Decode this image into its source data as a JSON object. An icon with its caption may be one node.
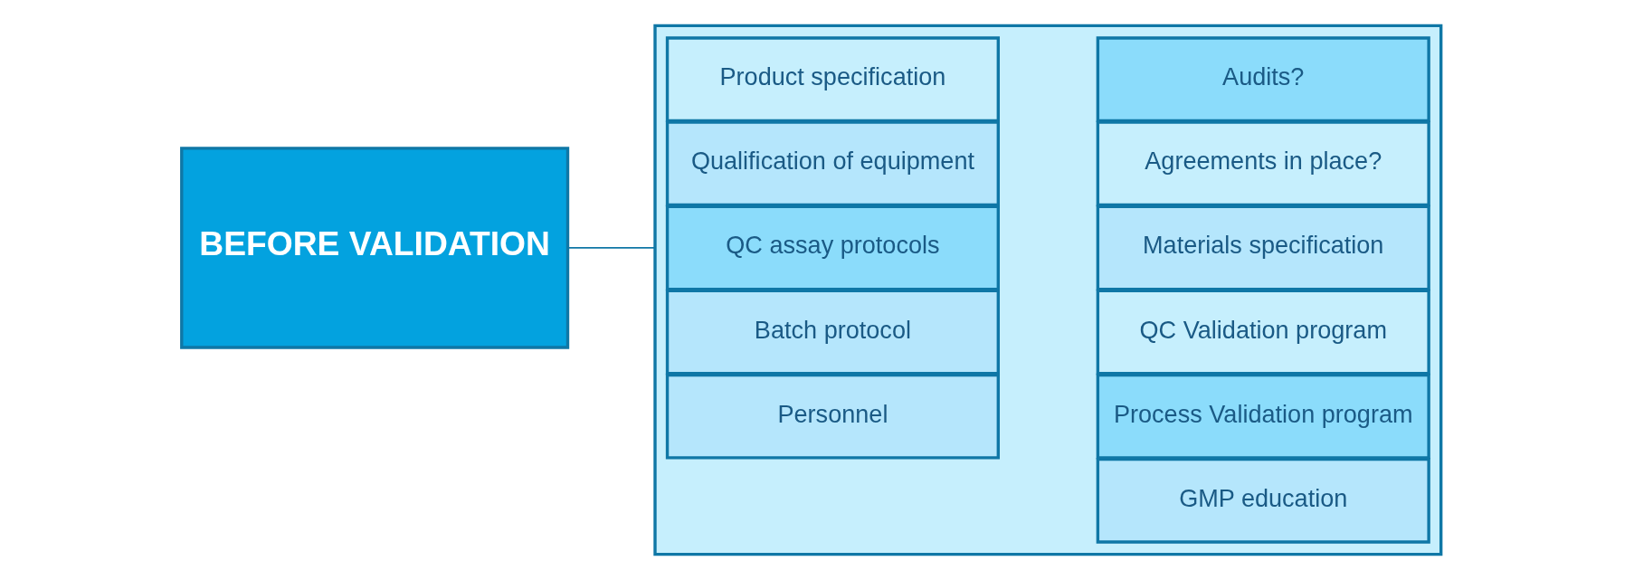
{
  "diagram": {
    "nodes": [
      {
        "text": [
          "BEFORE VALIDATION"
        ]
      },
      {
        "text": [],
        "shape": "box"
      },
      {
        "text": [
          "Product specification"
        ],
        "in": 1
      },
      {
        "text": [
          "Qualification of equipment"
        ],
        "in": 1
      },
      {
        "text": [
          "QC assay protocols"
        ],
        "in": 1
      },
      {
        "text": [
          "Batch protocol"
        ],
        "in": 1
      },
      {
        "text": [
          "Personnel"
        ],
        "in": 1
      },
      {
        "text": [
          "Audits?"
        ],
        "in": 1
      },
      {
        "text": [
          "Agreements in place?"
        ],
        "in": 1
      },
      {
        "text": [
          "Materials specification"
        ],
        "in": 1
      },
      {
        "text": [
          "QC Validation program"
        ],
        "in": 1
      },
      {
        "text": [
          "Process Validation program"
        ],
        "in": 1
      },
      {
        "text": [
          "GMP education"
        ],
        "in": 1
      }
    ],
    "edges": [
      {
        "from": 0,
        "to": 1,
        "arrow": "none"
      }
    ]
  }
}
